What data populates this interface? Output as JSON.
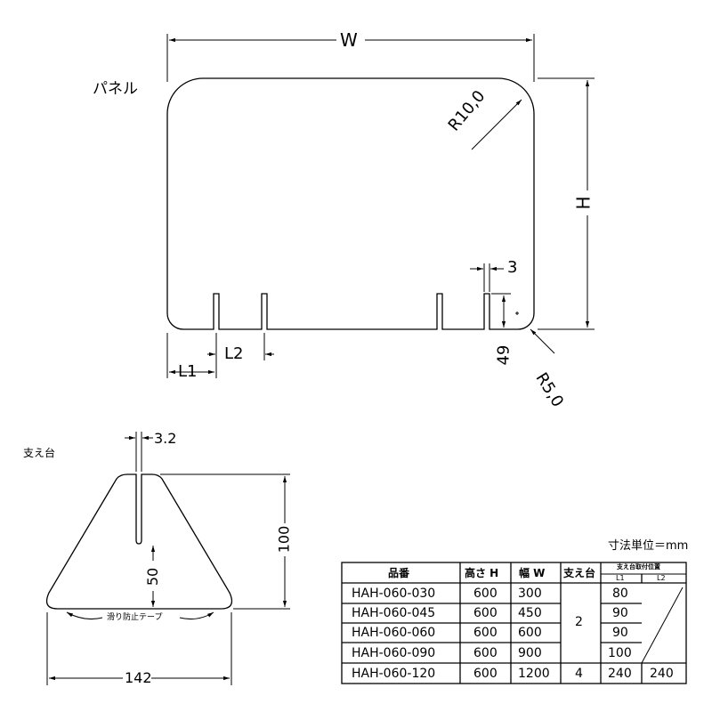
{
  "panel": {
    "label": "パネル",
    "dim_width": "W",
    "dim_height": "H",
    "radius_top": "R10,0",
    "radius_bottom": "R5,0",
    "slot_width": "3",
    "slot_depth": "49",
    "dim_l1": "L1",
    "dim_l2": "L2"
  },
  "stand": {
    "label": "支え台",
    "slot_width": "3.2",
    "height": "100",
    "slot_depth": "50",
    "base_width": "142",
    "anti_slip_tape": "滑り防止テープ"
  },
  "table": {
    "unit_note": "寸法単位＝mm",
    "headers": {
      "part_no": "品番",
      "height": "高さ H",
      "width": "幅 W",
      "stand": "支え台",
      "stand_pos": "支え台取付位置",
      "l1": "L1",
      "l2": "L2"
    },
    "rows": [
      {
        "part_no": "HAH-060-030",
        "height": "600",
        "width": "300",
        "l1": "80"
      },
      {
        "part_no": "HAH-060-045",
        "height": "600",
        "width": "450",
        "l1": "90"
      },
      {
        "part_no": "HAH-060-060",
        "height": "600",
        "width": "600",
        "l1": "90"
      },
      {
        "part_no": "HAH-060-090",
        "height": "600",
        "width": "900",
        "l1": "100"
      },
      {
        "part_no": "HAH-060-120",
        "height": "600",
        "width": "1200",
        "l1": "240",
        "l2": "240"
      }
    ],
    "stand_count_group": "2",
    "stand_count_last": "4"
  }
}
